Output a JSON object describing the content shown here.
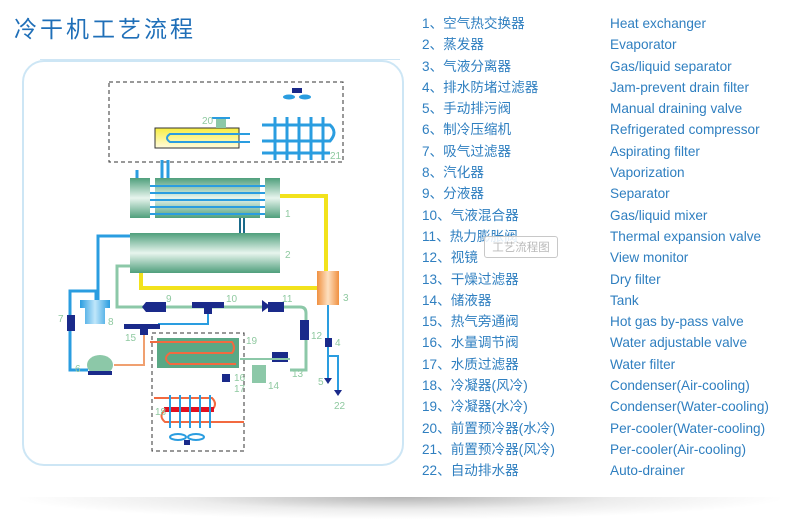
{
  "page": {
    "title": "冷干机工艺流程",
    "tooltip": "工艺流程图"
  },
  "colors": {
    "title": "#1f6fb8",
    "legend_text": "#2f7fc0",
    "label_green": "#8fc9a0",
    "pipe_blue": "#2a9de0",
    "pipe_yellow": "#f2e21c",
    "pipe_green": "#8cc8a8",
    "pipe_orange": "#f0a070",
    "component_navy": "#1a2a8a",
    "vessel_green": "#5aa885"
  },
  "legend": [
    {
      "cn": "1、空气热交换器",
      "en": "Heat exchanger"
    },
    {
      "cn": "2、蒸发器",
      "en": "Evaporator"
    },
    {
      "cn": "3、气液分离器",
      "en": "Gas/liquid separator"
    },
    {
      "cn": "4、排水防堵过滤器",
      "en": "Jam-prevent drain filter"
    },
    {
      "cn": "5、手动排污阀",
      "en": "Manual draining valve"
    },
    {
      "cn": "6、制冷压缩机",
      "en": "Refrigerated compressor"
    },
    {
      "cn": "7、吸气过滤器",
      "en": "Aspirating filter"
    },
    {
      "cn": "8、汽化器",
      "en": "Vaporization"
    },
    {
      "cn": "9、分液器",
      "en": "Separator"
    },
    {
      "cn": "10、气液混合器",
      "en": "Gas/liquid mixer"
    },
    {
      "cn": "11、热力膨胀阀",
      "en": "Thermal expansion valve"
    },
    {
      "cn": "12、视镜",
      "en": "View monitor"
    },
    {
      "cn": "13、干燥过滤器",
      "en": "Dry filter"
    },
    {
      "cn": "14、储液器",
      "en": "Tank"
    },
    {
      "cn": "15、热气旁通阀",
      "en": "Hot gas by-pass valve"
    },
    {
      "cn": "16、水量调节阀",
      "en": "Water adjustable valve"
    },
    {
      "cn": "17、水质过滤器",
      "en": "Water filter"
    },
    {
      "cn": "18、冷凝器(风冷)",
      "en": "Condenser(Air-cooling)"
    },
    {
      "cn": "19、冷凝器(水冷)",
      "en": "Condenser(Water-cooling)"
    },
    {
      "cn": "20、前置预冷器(水冷)",
      "en": "Per-cooler(Water-cooling)"
    },
    {
      "cn": "21、前置预冷器(风冷)",
      "en": "Per-cooler(Air-cooling)"
    },
    {
      "cn": "22、自动排水器",
      "en": "Auto-drainer"
    }
  ],
  "diagram_labels": {
    "n1": "1",
    "n2": "2",
    "n3": "3",
    "n4": "4",
    "n5": "5",
    "n6": "6",
    "n7": "7",
    "n8": "8",
    "n9": "9",
    "n10": "10",
    "n11": "11",
    "n12": "12",
    "n13": "13",
    "n14": "14",
    "n15": "15",
    "n16": "16",
    "n17": "17",
    "n18": "18",
    "n19": "19",
    "n20": "20",
    "n21": "21",
    "n22": "22"
  }
}
